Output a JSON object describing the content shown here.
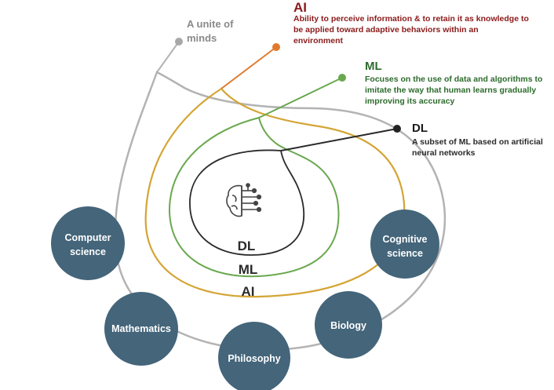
{
  "ai": {
    "title": "AI",
    "description": "Ability to perceive information & to retain it as knowledge to be applied toward adaptive behaviors within an environment",
    "color": "#e07a2e"
  },
  "ml": {
    "title": "ML",
    "description": "Focuses on the use of data and algorithms to imitate the way that human learns gradually improving its accuracy",
    "color": "#6aa84f"
  },
  "dl": {
    "title": "DL",
    "description": "A subset of ML based on artificial neural networks",
    "color": "#222222"
  },
  "unite": {
    "label": "A unite of minds",
    "color": "#a8a8a8"
  },
  "rings": {
    "dl": "DL",
    "ml": "ML",
    "ai": "AI"
  },
  "disciplines": [
    {
      "label": "Computer science"
    },
    {
      "label": "Mathematics"
    },
    {
      "label": "Philosophy"
    },
    {
      "label": "Biology"
    },
    {
      "label": "Cognitive science"
    }
  ],
  "circle_color": "#44657a",
  "brain_icon": "brain-circuit-icon"
}
